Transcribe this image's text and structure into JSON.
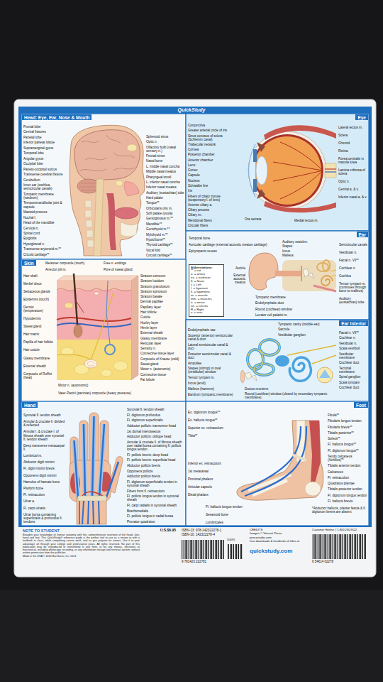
{
  "diagram": {
    "title": "QuickStudy",
    "nodes": [
      {
        "text": [
          "Head: Eye, Ear, Nose & Mouth"
        ]
      },
      {
        "text": [
          "Eye"
        ]
      },
      {
        "text": [
          "Ear"
        ]
      },
      {
        "text": [
          "Abbreviations:",
          "** = cut",
          "a. = artery",
          "ex. = extensor",
          "fl. = flexor",
          "L = Left",
          "l. = ligament",
          "ll. = ligaments",
          "m. = muscle",
          "mm. = muscles",
          "n. = nerve",
          "nn. = nerves",
          "R = Right",
          "v. = vein"
        ],
        "in": 2
      },
      {
        "text": [
          "Skin"
        ]
      },
      {
        "text": [
          "Ear Interior"
        ]
      },
      {
        "text": [
          "Hand"
        ]
      },
      {
        "text": [
          "Foot"
        ]
      },
      {
        "text": [
          "NOTE TO STUDENT",
          "Broaden your knowledge of human anatomy with this comprehensive overview of the head, skin, hand and foot. This QuickStudy® reference guide is the perfect tool to use as a review or with a textbook in class, while completing course work, and as you prepare for exams. Use it to your advantage all through your college and professional years. All rights reserved. No part of this publication may be reproduced or transmitted in any form, or by any means, electronic or mechanical, including photocopy, recording, or any information storage and retrieval system, without written permission from the publisher.",
          "Made in the USA © 2014 BarCharts, Inc. 0114"
        ]
      }
    ],
    "labels": [
      "Frontal lobe",
      "Central fissures",
      "Parietal lobe",
      "Inferior parietal lobule",
      "Supramarginal gyrus",
      "Temporal lobe",
      "Angular gyrus",
      "Occipital lobe",
      "Parieto-occipital sulcus",
      "Transverse cerebral fissure",
      "Cerebellum",
      "Inner ear (cochlea, semicircular canals)",
      "Tympanic membrane (eardrum)",
      "Temporomandibular joint & capsule",
      "Mastoid process",
      "Nuchal l.",
      "Head of the mandible",
      "Cervical n.",
      "Spinal cord",
      "Epiglottis",
      "Hypoglossal n.",
      "Transverse arytenoid m.**",
      "Cricoid cartilage**",
      "Sphenoid sinus",
      "Optic n.",
      "Olfactory bulb (nasal sensory n.)",
      "Frontal sinus",
      "Nasal bone",
      "L. middle nasal concha",
      "Middle nasal meatus",
      "Pharyngeal tonsil",
      "L. inferior nasal concha",
      "Inferior nasal meatus",
      "Auditory (eustachian) tube",
      "Hard palate",
      "Tongue**",
      "Orbicularis oris m.",
      "Soft palate (uvula)",
      "Genioglossus m.**",
      "Mandible**",
      "Geniohyoid m.**",
      "Mylohyoid m.**",
      "Hyoid bone**",
      "Thyroid cartilage**",
      "Vocal fold",
      "Cricoid cartilage**",
      "Conjunctiva",
      "Greater arterial circle of iris",
      "Sinus venosus of sclera (Schlemm canal)",
      "Trabecular network",
      "Cornea",
      "Posterior chamber",
      "Anterior chamber",
      "Lens:",
      "Cortex",
      "Capsule",
      "Nucleus",
      "Schwalbe line",
      "Iris",
      "Fibers of ciliary zonule (suspensory l. of lens)",
      "Anterior ciliary a.",
      "Ciliary process",
      "Ciliary m.:",
      "Meridional fibers",
      "Circular fibers",
      "Lateral rectus m.",
      "Sclera",
      "Choroid",
      "Retina",
      "Fovea centralis in macula lutea",
      "Lamina cribrosa of sclera",
      "Optic n.",
      "Central a. & v.",
      "Inferior nasal a. & v.",
      "Ora serrata",
      "Medial rectus m.",
      "Temporal bone",
      "Auricular cartilage (external acoustic meatus cartilage)",
      "Epitympanic recess",
      "Auricle",
      "External acoustic meatus",
      "Auditory ossicles:",
      "Stapes",
      "Incus",
      "Malleus",
      "Semicircular canals",
      "Vestibular n.",
      "Facial n. VII**",
      "Cochlear n.",
      "Cochlea",
      "Tensor tympani m. (continues through bone to malleus)",
      "Auditory (eustachian) tube",
      "Tympanic membrane",
      "Endolymphatic duct",
      "Round (cochlear) window",
      "Levator veli palatini m.",
      "Endolymphatic sac",
      "Superior (anterior) semicircular canal & duct",
      "Lateral semicircular canal & duct",
      "Posterior semicircular canal & duct",
      "Ampullae",
      "Stapes (stirrup) in oval (vestibular) window",
      "Tensor tympani m.",
      "Incus (anvil)",
      "Malleus (hammer)",
      "Eardrum (tympanic membrane)",
      "Tympanic cavity (middle ear)",
      "Saccule",
      "Vestibular ganglion",
      "Facial n. VII**",
      "Cochlear n.",
      "Vestibular n.",
      "Scala vestibuli",
      "Vestibular membrane",
      "Cochlear duct",
      "Tectorial membrane",
      "Spiral ganglion",
      "Scala tympani",
      "Cochlear duct",
      "Ductus reuniens",
      "Round (cochlear) window (closed by secondary tympanic membrane)",
      "Meissner corpuscle (touch)",
      "Arrector pili m.",
      "Free n. endings",
      "Pore of sweat gland",
      "Hair shaft",
      "Merkel discs",
      "Sebaceous glands",
      "Epidermis (touch)",
      "Dermis (temperature)",
      "Hypodermis",
      "Sweat gland",
      "Hair matrix",
      "Papilla of hair follicle",
      "Hair cuticle",
      "Glassy membrane",
      "External sheath",
      "Corpuscle of Ruffini (heat)",
      "Stratum corneum",
      "Stratum lucidum",
      "Stratum granulosum",
      "Stratum spinosum",
      "Stratum basale",
      "Dermal papillae",
      "Papillary layer",
      "Hair follicle:",
      "Cuticle",
      "Huxley layer",
      "Henle layer",
      "External sheath",
      "Glassy membrane",
      "Reticular layer",
      "Sensory n.",
      "Connective tissue layer",
      "Corpuscle of Krause (cold)",
      "Sweat gland",
      "Motor n. (autonomic)",
      "Connective tissue",
      "Fat lobule",
      "Motor n. (autonomic)",
      "Vater-Pacini (pacinian) corpuscle (heavy pressure)",
      "Synovial fl. tendon sheath",
      "Annular & cruciate ll. divided & reflected",
      "Annular l. & cruciate l. of fibrous sheath over synovial fl. tendon sheath",
      "Deep transverse metacarpal ll.",
      "Lumbrical m.",
      "Abductor digiti minimi",
      "Fl. digiti minimi brevis",
      "Opponens digiti minimi",
      "Hamulus of hamate bone",
      "Pisiform bone",
      "Fl. retinaculum",
      "Ulnar a.",
      "Fl. carpi ulnaris",
      "Ulnar bursa containing superficialis & profundus fl. tendons",
      "Synovial fl. tendon sheath",
      "Fl. digitorum profundus",
      "Fl. digitorum superficialis",
      "Adductor pollicis: transverse head",
      "1st dorsal interosseous",
      "Adductor pollicis: oblique head",
      "Annular & cruciate ll. of fibrous sheath over radial bursa containing fl. pollicis longus tendon",
      "Fl. pollicis brevis: deep head",
      "Fl. pollicis brevis: superficial head",
      "Abductor pollicis brevis",
      "Opponens pollicis",
      "Adductor pollicis brevis",
      "Fl. digitorum superficialis tendon in synovial sheath",
      "Fibers from fl. retinaculum",
      "Fl. pollicis longus tendon in synovial sheath",
      "Fl. carpi radialis in synovial sheath",
      "Brachioradialis",
      "Fl. pollicis longus in radial bursa",
      "Pronator quadratus",
      "Ex. digitorum longus**",
      "Ex. hallucis longus**",
      "Superior ex. retinaculum",
      "Tibia**",
      "Inferior ex. retinaculum",
      "1st metatarsal",
      "Proximal phalanx",
      "Articular capsule",
      "Distal phalanx",
      "Fibula**",
      "Fibularis longus tendon",
      "Fibularis brevis**",
      "Tibialis posterior**",
      "Soleus**",
      "Fl. hallucis longus**",
      "Fl. digitorum longus**",
      "Tendo calcaneus (Achilles)**",
      "Tibialis anterior tendon",
      "Calcaneus",
      "Fl. retinaculum",
      "Quadratus plantae",
      "Tibialis posterior tendon",
      "Fl. digitorum longus tendon",
      "Fl. hallucis brevis",
      "Fl. hallucis longus tendon",
      "Sesamoid bone",
      "Lumbricales",
      "*Abductor hallucis, plantar fascia & fl. digitorum brevis are absent",
      "U.S.$6.95",
      "ISBN-13: 978-142322278-1",
      "ISBN-10: 142322278-4",
      "50695",
      "9 781423 222781",
      "CREDITS",
      "Images © Vincent Perez",
      "perezstudio.com",
      "free downloads & hundreds of titles at",
      "quickstudy.com",
      "Customer Hotline # 1.800.230.9522",
      "6 54614 02278"
    ]
  }
}
